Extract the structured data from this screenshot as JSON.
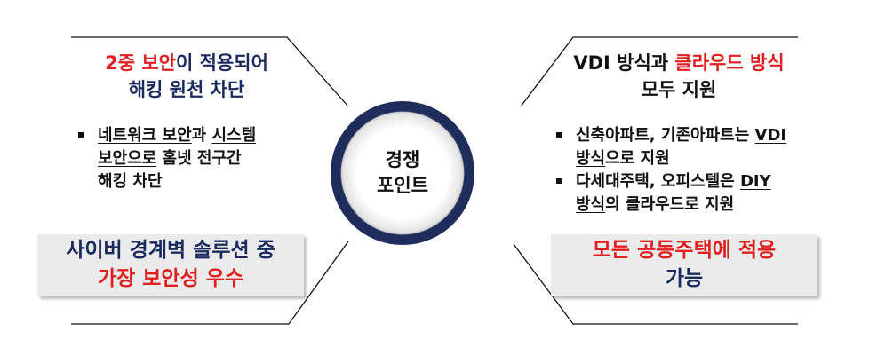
{
  "center": {
    "line1": "경쟁",
    "line2": "포인트"
  },
  "left": {
    "title_line1_red": "2중 보안",
    "title_line1_rest": "이 적용되어",
    "title_line2": "해킹 원천 차단",
    "bullet": {
      "part1_u": "네트워크 보안",
      "part2": "과 ",
      "part3_u": "시스템",
      "line2_u": "보안으로",
      "line2_rest": " 홈넷 전구간",
      "line3": "해킹 차단"
    },
    "box_line1": "사이버 경계벽 솔루션 중",
    "box_line2": "가장 보안성 우수"
  },
  "right": {
    "title_line1_black": "VDI 방식과 ",
    "title_line1_red": "클라우드 방식",
    "title_line2": "모두 지원",
    "bullet1": {
      "line1_pre": "신축아파트, 기존아파트는 ",
      "line1_u": "VDI",
      "line2_u": "방식",
      "line2_rest": "으로 지원"
    },
    "bullet2": {
      "line1_pre": "다세대주택, 오피스텔은 ",
      "line1_u": "DIY",
      "line2_u": "방식",
      "line2_rest": "의 클라우드로 지원"
    },
    "box_line1": "모든 공동주택에 적용",
    "box_line2": "가능"
  },
  "colors": {
    "navy": "#1f2d5c",
    "red": "#e02020",
    "box_bg": "#ebebeb"
  }
}
